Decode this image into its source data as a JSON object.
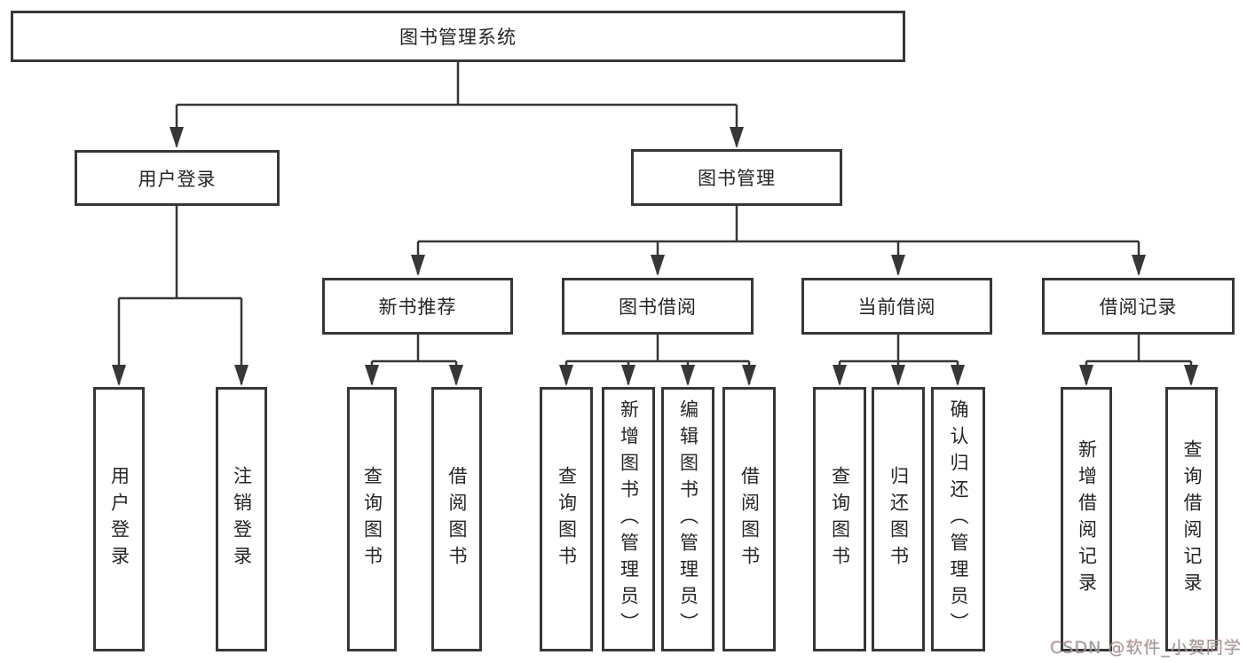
{
  "tree": {
    "root": {
      "label": "图书管理系统"
    },
    "children": [
      {
        "label": "用户登录",
        "children": [
          {
            "label": "用户登录"
          },
          {
            "label": "注销登录"
          }
        ]
      },
      {
        "label": "图书管理",
        "children": [
          {
            "label": "新书推荐",
            "children": [
              {
                "label": "查询图书"
              },
              {
                "label": "借阅图书"
              }
            ]
          },
          {
            "label": "图书借阅",
            "children": [
              {
                "label": "查询图书"
              },
              {
                "label": "新增图书（管理员）"
              },
              {
                "label": "编辑图书（管理员）"
              },
              {
                "label": "借阅图书"
              }
            ]
          },
          {
            "label": "当前借阅",
            "children": [
              {
                "label": "查询图书"
              },
              {
                "label": "归还图书"
              },
              {
                "label": "确认归还（管理员）"
              }
            ]
          },
          {
            "label": "借阅记录",
            "children": [
              {
                "label": "新增借阅记录"
              },
              {
                "label": "查询借阅记录"
              }
            ]
          }
        ]
      }
    ]
  },
  "colors": {
    "line": "#373737",
    "box_fill": "#ffffff",
    "text": "#252525",
    "watermark": "#9b9b9b"
  },
  "watermark": {
    "text": "CSDN @软件_小贺同学"
  }
}
